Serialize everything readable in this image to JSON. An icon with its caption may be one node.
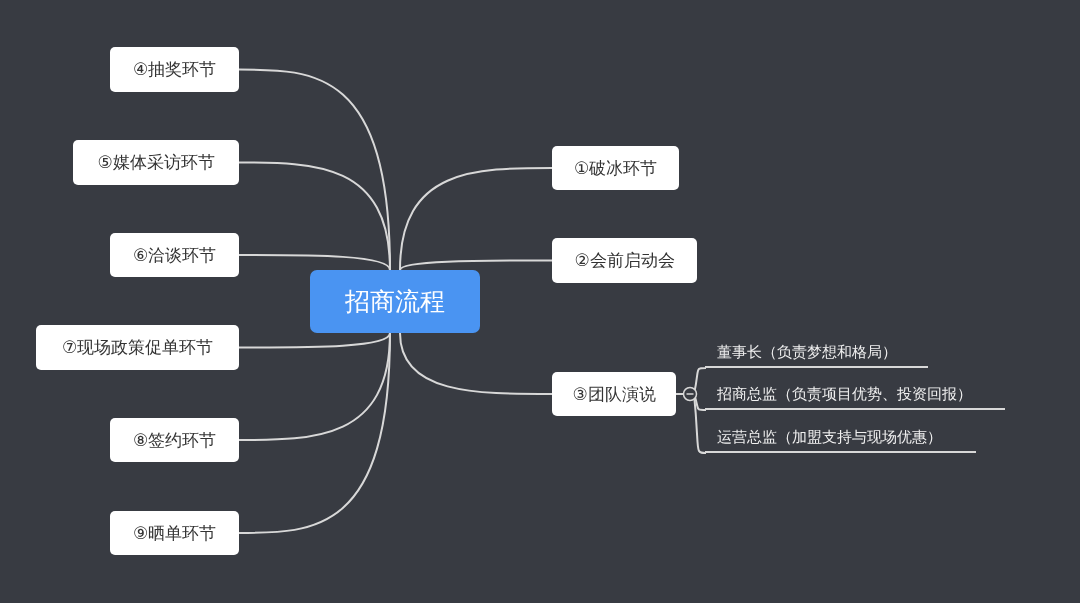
{
  "diagram": {
    "nodes": [
      {
        "text": [
          "招商流程"
        ]
      },
      {
        "text": [
          "①破冰环节"
        ]
      },
      {
        "text": [
          "②会前启动会"
        ]
      },
      {
        "text": [
          "③团队演说"
        ]
      },
      {
        "text": [
          "董事长（负责梦想和格局）"
        ]
      },
      {
        "text": [
          "招商总监（负责项目优势、投资回报）"
        ]
      },
      {
        "text": [
          "运营总监（加盟支持与现场优惠）"
        ]
      },
      {
        "text": [
          "④抽奖环节"
        ]
      },
      {
        "text": [
          "⑤媒体采访环节"
        ]
      },
      {
        "text": [
          "⑥洽谈环节"
        ]
      },
      {
        "text": [
          "⑦现场政策促单环节"
        ]
      },
      {
        "text": [
          "⑧签约环节"
        ]
      },
      {
        "text": [
          "⑨晒单环节"
        ]
      }
    ],
    "edges": [
      {
        "from": 0,
        "to": 1,
        "arrow": "none"
      },
      {
        "from": 0,
        "to": 2,
        "arrow": "none"
      },
      {
        "from": 0,
        "to": 3,
        "arrow": "none"
      },
      {
        "from": 3,
        "to": 4,
        "arrow": "none"
      },
      {
        "from": 3,
        "to": 5,
        "arrow": "none"
      },
      {
        "from": 3,
        "to": 6,
        "arrow": "none"
      },
      {
        "from": 0,
        "to": 7,
        "arrow": "none"
      },
      {
        "from": 0,
        "to": 8,
        "arrow": "none"
      },
      {
        "from": 0,
        "to": 9,
        "arrow": "none"
      },
      {
        "from": 0,
        "to": 10,
        "arrow": "none"
      },
      {
        "from": 0,
        "to": 11,
        "arrow": "none"
      },
      {
        "from": 0,
        "to": 12,
        "arrow": "none"
      }
    ]
  }
}
